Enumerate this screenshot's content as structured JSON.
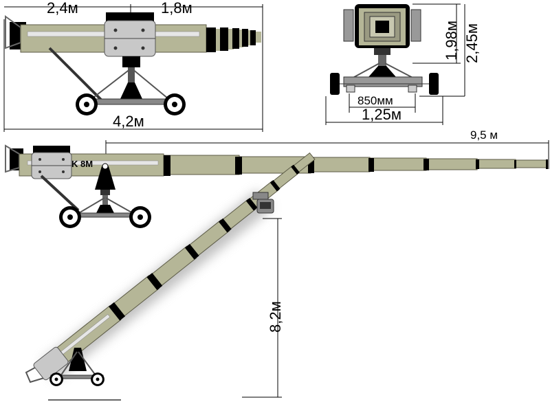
{
  "labels": {
    "top_left_seg": "2,4м",
    "top_right_seg": "1,8м",
    "total_closed_length": "4,2м",
    "front_height_low": "1,98м",
    "front_height_high": "2,45м",
    "wheel_track": "850мм",
    "overall_width": "1,25м",
    "extended_reach": "9,5 м",
    "vertical_reach": "8,2м",
    "boom_brand": "K 8M"
  },
  "colors": {
    "boom": "#b5b697",
    "boom_stroke": "#5b5a45",
    "plate": "#c8c8c8",
    "dark": "#000000",
    "wheel": "#ffffff"
  }
}
